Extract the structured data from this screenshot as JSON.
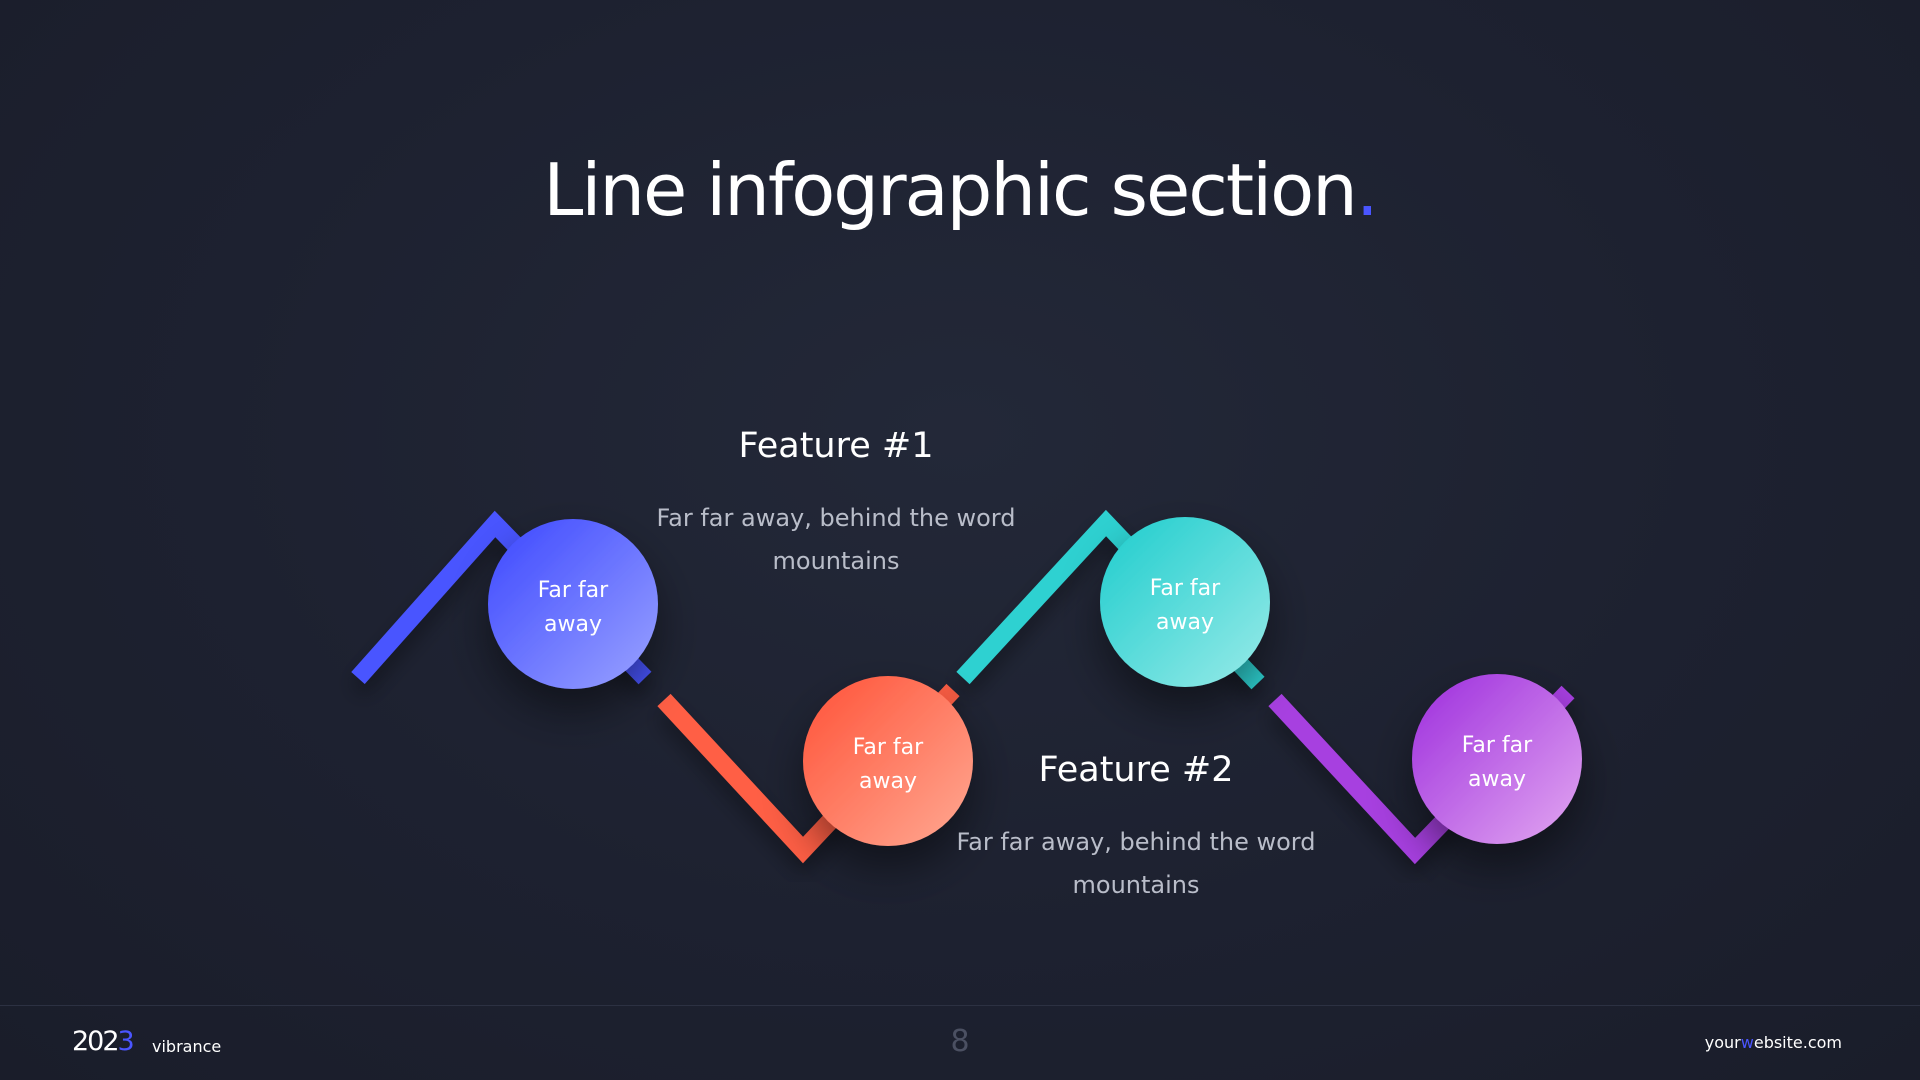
{
  "slide": {
    "title": "Line infographic section",
    "title_dot": ".",
    "accent_color": "#4a55ff"
  },
  "features": [
    {
      "title": "Feature #1",
      "description": "Far far away, behind the word mountains"
    },
    {
      "title": "Feature #2",
      "description": "Far far away, behind the word mountains"
    }
  ],
  "nodes": [
    {
      "label_line1": "Far far",
      "label_line2": "away",
      "color": "#4a55ff",
      "color_light": "#8c95ff"
    },
    {
      "label_line1": "Far far",
      "label_line2": "away",
      "color": "#ff5f45",
      "color_light": "#ff9c85"
    },
    {
      "label_line1": "Far far",
      "label_line2": "away",
      "color": "#2fd1d1",
      "color_light": "#86e6e4"
    },
    {
      "label_line1": "Far far",
      "label_line2": "away",
      "color": "#a73fe0",
      "color_light": "#d895ee"
    }
  ],
  "footer": {
    "year_main": "202",
    "year_accent": "3",
    "brand": "vibrance",
    "page_number": "8",
    "website_pre": "your",
    "website_accent": "w",
    "website_post": "ebsite.com"
  }
}
